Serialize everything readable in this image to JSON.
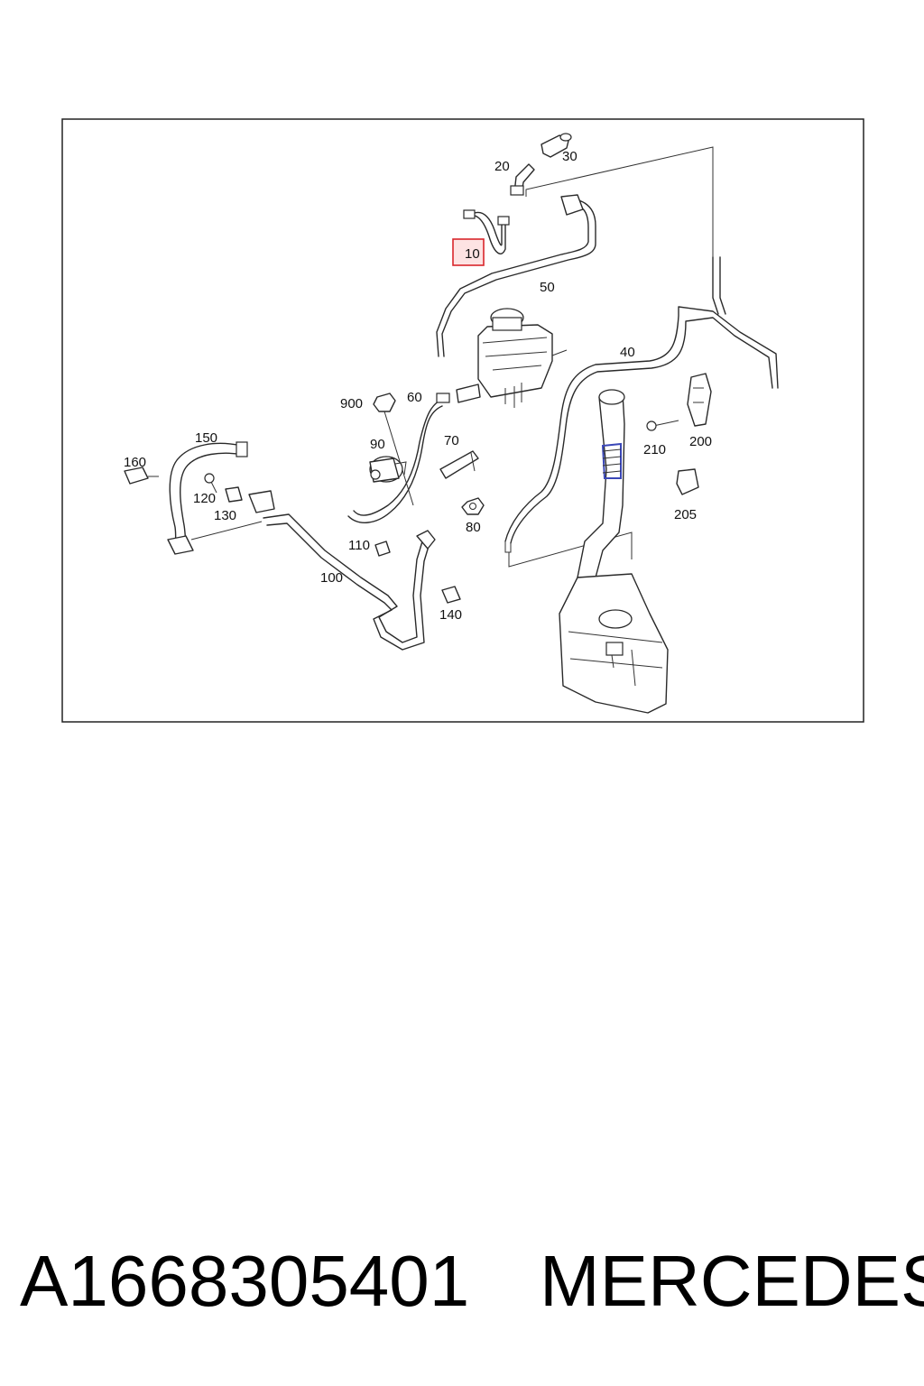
{
  "diagram": {
    "labels": {
      "p10": "10",
      "p20": "20",
      "p30": "30",
      "p40": "40",
      "p50": "50",
      "p60": "60",
      "p70": "70",
      "p80": "80",
      "p90": "90",
      "p100": "100",
      "p110": "110",
      "p120": "120",
      "p130": "130",
      "p140": "140",
      "p150": "150",
      "p160": "160",
      "p200": "200",
      "p205": "205",
      "p210": "210",
      "p900": "900"
    },
    "highlight_color": "#d9262b",
    "highlight_fill": "#fde3e3",
    "accent_blue": "#3a47b8"
  },
  "caption": {
    "part_number": "A1668305401",
    "brand": "MERCEDES"
  }
}
